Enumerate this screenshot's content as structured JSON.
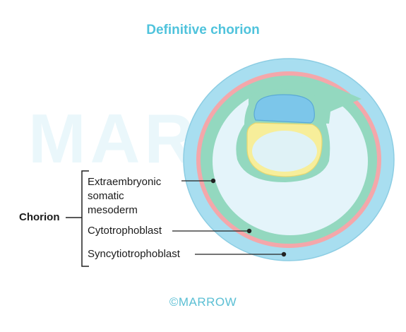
{
  "title": "Definitive chorion",
  "watermark": "MARROW",
  "group_label": "Chorion",
  "layers": [
    {
      "label_lines": [
        "Extraembryonic",
        "somatic",
        "mesoderm"
      ],
      "color": "#8fd6bd"
    },
    {
      "label_lines": [
        "Cytotrophoblast"
      ],
      "color": "#f4a5a8"
    },
    {
      "label_lines": [
        "Syncytiotrophoblast"
      ],
      "color": "#9fd9ea"
    }
  ],
  "footer": "©MARROW",
  "colors": {
    "title": "#4fc3dc",
    "outer_ring": "#a8def0",
    "cytotrophoblast_ring": "#f4a7aa",
    "mesoderm": "#93d8bf",
    "amniotic_cavity": "#7cc6ea",
    "yolk_sac": "#f7ee9a",
    "lines": "#222222"
  }
}
